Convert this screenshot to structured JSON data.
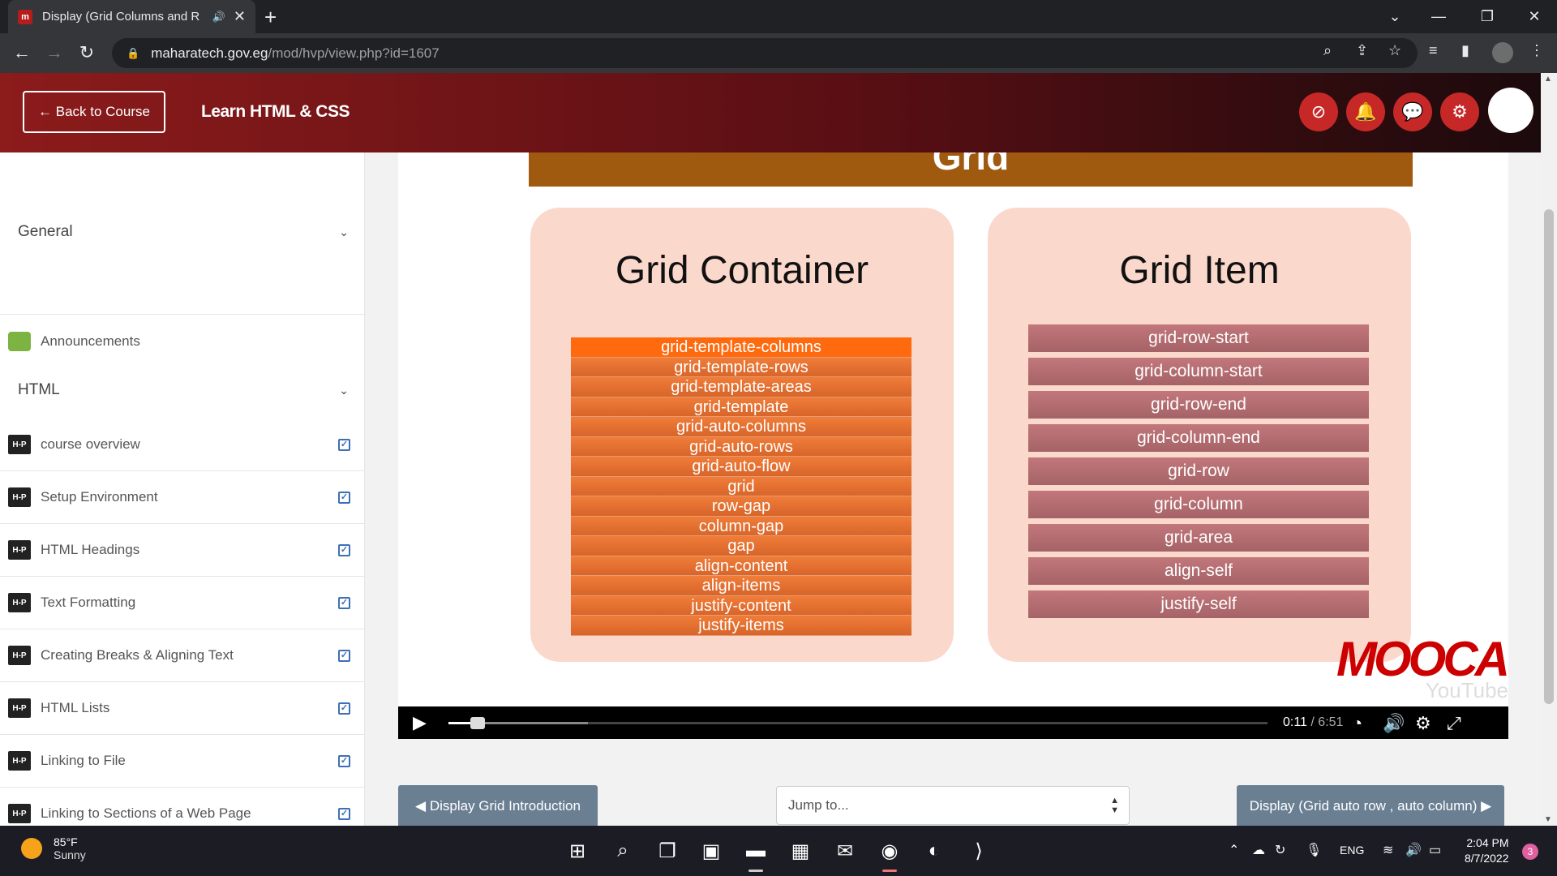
{
  "browser": {
    "tab_title": "Display (Grid Columns and R",
    "tab_favicon": "m",
    "url_host": "maharatech.gov.eg",
    "url_path": "/mod/hvp/view.php?id=1607"
  },
  "header": {
    "back_label": "← Back to Course",
    "course_title": "Learn HTML & CSS",
    "icons": [
      "eye-slash-icon",
      "bell-icon",
      "chat-icon",
      "gear-icon",
      "avatar"
    ]
  },
  "sidebar": {
    "sections": [
      {
        "label": "General"
      },
      {
        "label": "HTML"
      }
    ],
    "announcements": "Announcements",
    "activities": [
      {
        "label": "course overview"
      },
      {
        "label": "Setup Environment"
      },
      {
        "label": "HTML Headings"
      },
      {
        "label": "Text Formatting"
      },
      {
        "label": "Creating Breaks & Aligning Text"
      },
      {
        "label": "HTML Lists"
      },
      {
        "label": "Linking to File"
      },
      {
        "label": "Linking to Sections of a Web Page"
      }
    ],
    "h5p_badge": "H-P"
  },
  "video": {
    "banner_title": "Grid",
    "container_title": "Grid Container",
    "container_props": [
      "grid-template-columns",
      "grid-template-rows",
      "grid-template-areas",
      "grid-template",
      "grid-auto-columns",
      "grid-auto-rows",
      "grid-auto-flow",
      "grid",
      "row-gap",
      "column-gap",
      "gap",
      "align-content",
      "align-items",
      "justify-content",
      "justify-items"
    ],
    "item_title": "Grid Item",
    "item_props": [
      "grid-row-start",
      "grid-column-start",
      "grid-row-end",
      "grid-column-end",
      "grid-row",
      "grid-column",
      "grid-area",
      "align-self",
      "justify-self"
    ],
    "watermark": "MOOCA",
    "yt_text": "YouTube",
    "current_time": "0:11",
    "duration": "/ 6:51",
    "progress_fraction": 0.027,
    "buffer_fraction": 0.17
  },
  "nav": {
    "prev_label": "◀ Display Grid Introduction",
    "jump_label": "Jump to...",
    "next_label": "Display (Grid auto row , auto column) ▶"
  },
  "taskbar": {
    "temp": "85°F",
    "condition": "Sunny",
    "lang": "ENG",
    "time": "2:04 PM",
    "date": "8/7/2022",
    "notifications": "3"
  }
}
